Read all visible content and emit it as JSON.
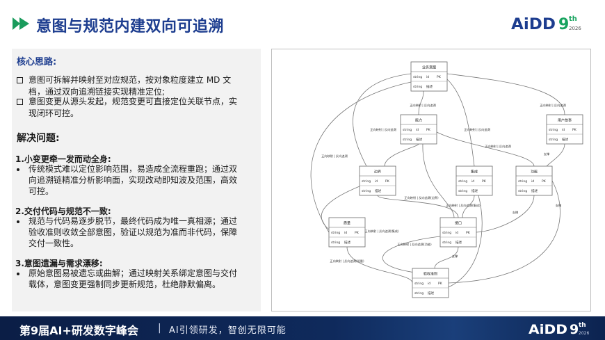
{
  "header": {
    "title": "意图与规范内建双向可追溯",
    "logo_letters": "AiDD",
    "logo_edition": "9",
    "logo_sup": "th",
    "logo_year": "2026"
  },
  "left_panel": {
    "core_heading": "核心思路:",
    "core_points": [
      [
        "意图可拆解并映射至对应规范，按对象粒度建立 MD 文",
        "档，通过双向追溯链接实现精准定位;"
      ],
      [
        "意图变更从源头发起，规范变更可直接定位关联节点，实",
        "现闭环可控。"
      ]
    ],
    "solve_heading": "解决问题:",
    "problems": [
      {
        "title": "1.小变更牵一发而动全身:",
        "lines": [
          "传统模式难以定位影响范围，易造成全流程重跑；通过双",
          "向追溯链精准分析影响面，实现改动即知波及范围，高效",
          "可控。"
        ]
      },
      {
        "title": "2.交付代码与规范不一致:",
        "lines": [
          "规范与代码易逐步脱节，最终代码成为唯一真相源；通过",
          "验收准则收敛全部意图，验证以规范为准而非代码，保障",
          "交付一致性。"
        ]
      },
      {
        "title": "3.意图遗漏与需求漂移:",
        "lines": [
          "原始意图易被遗忘或曲解；通过映射关系绑定意图与交付",
          "载体，意图变更强制同步更新规范，杜绝静默偏离。"
        ]
      }
    ]
  },
  "diagram": {
    "nodes": [
      {
        "name": "业务意图",
        "rows": [
          [
            "string",
            "id",
            "PK"
          ],
          [
            "string",
            "描述",
            ""
          ]
        ]
      },
      {
        "name": "能力",
        "rows": [
          [
            "string",
            "id",
            "PK"
          ],
          [
            "string",
            "描述",
            ""
          ]
        ]
      },
      {
        "name": "用户故事",
        "rows": [
          [
            "string",
            "id",
            "PK"
          ],
          [
            "string",
            "描述",
            ""
          ]
        ]
      },
      {
        "name": "边界",
        "rows": [
          [
            "string",
            "id",
            "PK"
          ],
          [
            "string",
            "描述",
            ""
          ]
        ]
      },
      {
        "name": "集成",
        "rows": [
          [
            "string",
            "id",
            "PK"
          ],
          [
            "string",
            "描述",
            ""
          ]
        ]
      },
      {
        "name": "功能",
        "rows": [
          [
            "string",
            "id",
            "PK"
          ],
          [
            "string",
            "描述",
            ""
          ]
        ]
      },
      {
        "name": "质量",
        "rows": [
          [
            "string",
            "id",
            "PK"
          ],
          [
            "string",
            "描述",
            ""
          ]
        ]
      },
      {
        "name": "接口",
        "rows": [
          [
            "string",
            "id",
            "PK"
          ],
          [
            "string",
            "描述",
            ""
          ]
        ]
      },
      {
        "name": "验收准则",
        "rows": [
          [
            "string",
            "id",
            "PK"
          ],
          [
            "string",
            "描述",
            ""
          ]
        ]
      }
    ],
    "edge_labels": {
      "trace": "正向映射 | 反向追溯",
      "trace_boundary": "正向映射 | 反向追溯(边界)",
      "trace_integration": "正向映射 | 反向追溯(集成)",
      "trace_quality": "正向映射 | 反向追溯(质量)",
      "trace_functional": "正向映射 | 反向追溯(功能)",
      "support": "支撑"
    }
  },
  "footer": {
    "title": "第9届AI+研发数字峰会",
    "separator": "|",
    "slogan": "AI引领研发，智创无限可能"
  },
  "colors": {
    "title_blue": "#1d3d8f",
    "arrow_green": "#1a9b5c",
    "logo_blue": "#1d3d8f",
    "logo_green": "#17a35e",
    "logo_orange": "#f08a1c",
    "panel_gray": "#f2f2f2",
    "footer_navy": "#0f2a5c"
  }
}
